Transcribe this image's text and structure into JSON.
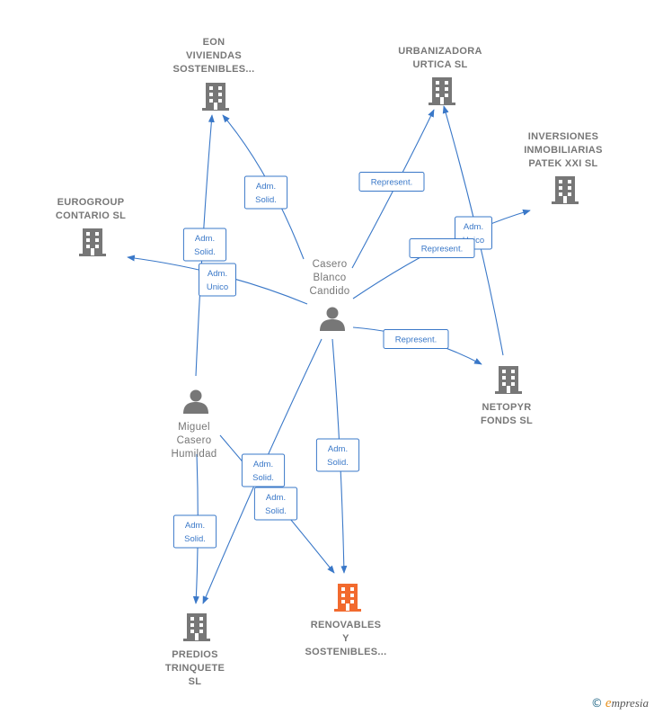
{
  "colors": {
    "edge": "#3a78c8",
    "company": "#777777",
    "target": "#f26a2e",
    "person": "#777777"
  },
  "nodes": [
    {
      "id": "eon",
      "kind": "company",
      "icon": "building-icon",
      "lines": [
        "EON",
        "VIVIENDAS",
        "SOSTENIBLES..."
      ]
    },
    {
      "id": "urbanizadora",
      "kind": "company",
      "icon": "building-icon",
      "lines": [
        "URBANIZADORA",
        "URTICA SL"
      ]
    },
    {
      "id": "inversiones",
      "kind": "company",
      "icon": "building-icon",
      "lines": [
        "INVERSIONES",
        "INMOBILIARIAS",
        "PATEK XXI SL"
      ]
    },
    {
      "id": "eurogroup",
      "kind": "company",
      "icon": "building-icon",
      "lines": [
        "EUROGROUP",
        "CONTARIO  SL"
      ]
    },
    {
      "id": "casero_blanco",
      "kind": "person",
      "icon": "person-icon",
      "lines": [
        "Casero",
        "Blanco",
        "Candido"
      ]
    },
    {
      "id": "netopyr",
      "kind": "company",
      "icon": "building-icon",
      "lines": [
        "NETOPYR",
        "FONDS SL"
      ]
    },
    {
      "id": "miguel",
      "kind": "person",
      "icon": "person-icon",
      "lines": [
        "Miguel",
        "Casero",
        "Humildad"
      ]
    },
    {
      "id": "predios",
      "kind": "company",
      "icon": "building-icon",
      "lines": [
        "PREDIOS",
        "TRINQUETE",
        "SL"
      ]
    },
    {
      "id": "renovables",
      "kind": "target",
      "icon": "building-icon",
      "lines": [
        "RENOVABLES",
        "Y",
        "SOSTENIBLES..."
      ]
    }
  ],
  "edges": [
    {
      "id": "e1",
      "from": "casero_blanco",
      "to": "eon",
      "label": [
        "Adm.",
        "Solid."
      ]
    },
    {
      "id": "e2",
      "from": "miguel",
      "to": "eon",
      "label": [
        "Adm.",
        "Solid."
      ]
    },
    {
      "id": "e3",
      "from": "casero_blanco",
      "to": "eurogroup",
      "label": [
        "Adm.",
        "Unico"
      ]
    },
    {
      "id": "e4",
      "from": "casero_blanco",
      "to": "urbanizadora",
      "label": [
        "Represent."
      ]
    },
    {
      "id": "e5",
      "from": "netopyr",
      "to": "urbanizadora",
      "label": [
        "Adm.",
        "Unico"
      ]
    },
    {
      "id": "e6",
      "from": "casero_blanco",
      "to": "inversiones",
      "label": [
        "Represent."
      ]
    },
    {
      "id": "e7",
      "from": "casero_blanco",
      "to": "netopyr",
      "label": [
        "Represent."
      ]
    },
    {
      "id": "e8",
      "from": "casero_blanco",
      "to": "renovables",
      "label": [
        "Adm.",
        "Solid."
      ]
    },
    {
      "id": "e9",
      "from": "casero_blanco",
      "to": "predios",
      "label": [
        "Adm.",
        "Solid."
      ]
    },
    {
      "id": "e10",
      "from": "miguel",
      "to": "renovables",
      "label": [
        "Adm.",
        "Solid."
      ]
    },
    {
      "id": "e11",
      "from": "miguel",
      "to": "predios",
      "label": [
        "Adm.",
        "Solid."
      ]
    }
  ],
  "brand": {
    "copyright": "©",
    "initial": "e",
    "name": "mpresia"
  }
}
